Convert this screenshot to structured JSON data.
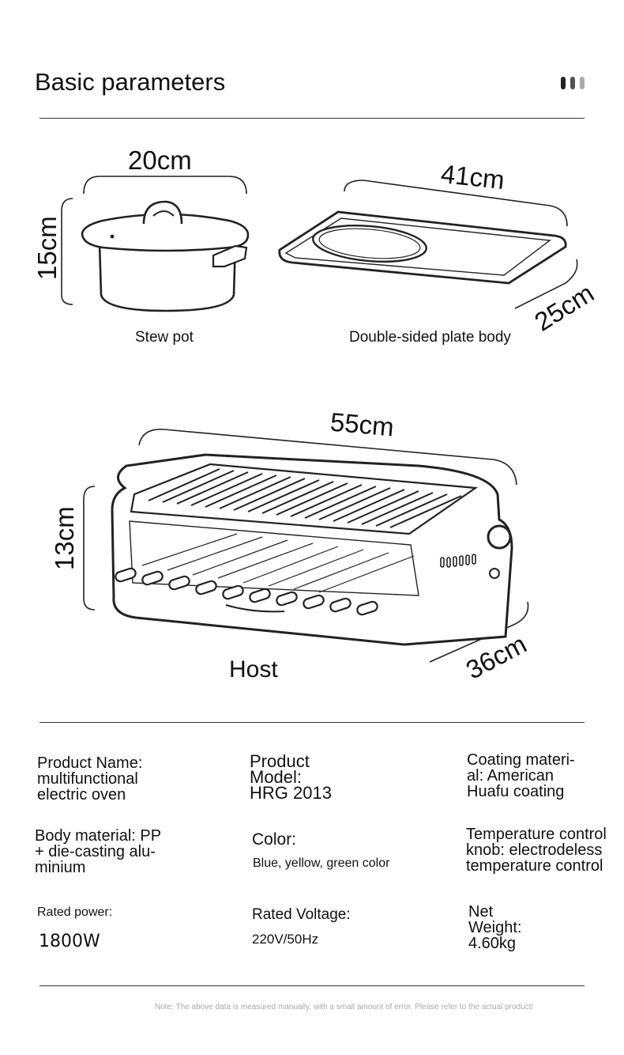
{
  "header": {
    "title": "Basic parameters",
    "dot_colors": [
      "#222222",
      "#555555",
      "#aaaaaa"
    ]
  },
  "stew_pot": {
    "width": "20cm",
    "height": "15cm",
    "caption": "Stew pot"
  },
  "plate": {
    "length": "41cm",
    "depth": "25cm",
    "caption": "Double-sided plate body"
  },
  "host": {
    "length": "55cm",
    "height": "13cm",
    "depth": "36cm",
    "caption": "Host"
  },
  "specs": {
    "product_name": [
      "Product Name:",
      "multifunctional",
      "electric oven"
    ],
    "product_model": [
      "Product",
      "Model:",
      "HRG 2013"
    ],
    "coating": [
      "Coating materi-",
      "al: American",
      "Huafu coating"
    ],
    "body_material": [
      "Body material: PP",
      "+ die-casting alu-",
      "minium"
    ],
    "color_label": "Color:",
    "color_value": "Blue, yellow, green color",
    "temp_control": [
      "Temperature control",
      "knob: electrodeless",
      "temperature control"
    ],
    "power_label": "Rated power:",
    "power_value": "1800W",
    "voltage_label": "Rated Voltage:",
    "voltage_value": "220V/50Hz",
    "weight": [
      "Net",
      "Weight:",
      "4.60kg"
    ]
  },
  "footer": {
    "note": "Note: The above data is measured manually, with a small amount of error. Please refer to the actual product!"
  }
}
